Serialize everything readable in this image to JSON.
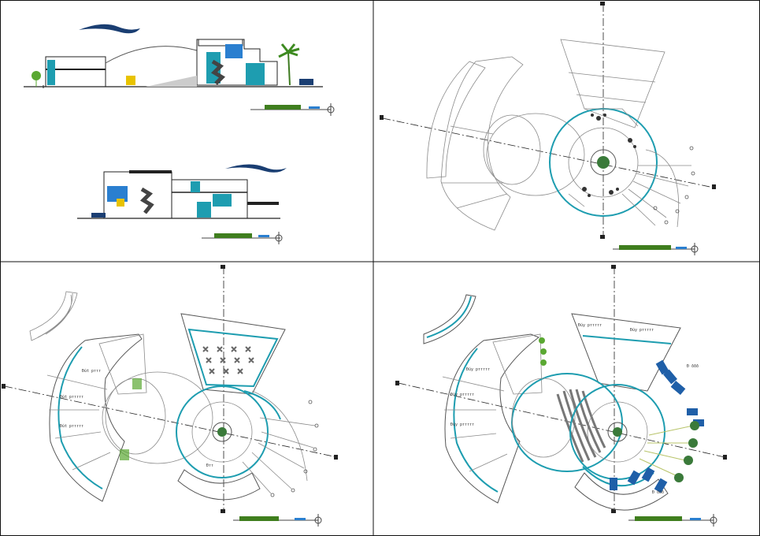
{
  "sheet": {
    "panels": [
      {
        "id": "elevations"
      },
      {
        "id": "site-plan"
      },
      {
        "id": "ground-floor-plan"
      },
      {
        "id": "upper-floor-plan"
      }
    ]
  },
  "labels": {
    "p3_rooms": [
      "Đút рттт",
      "Đút рттттт",
      "Đút рттттт",
      "Đтт"
    ],
    "p4_rooms": [
      "Đúу рттттт",
      "Đúу рттттт",
      "Đúу рттттт",
      "Đúу рттттт",
      "Đúу рттттт",
      "Đ ððð",
      "Đ ððð"
    ]
  },
  "colors": {
    "teal": "#1e9db0",
    "scale_green": "#3f7e1e",
    "scale_blue": "#2a7fd0",
    "navy": "#1a3e72",
    "car_blue": "#1f5fa8",
    "tree": "#5aa832"
  }
}
